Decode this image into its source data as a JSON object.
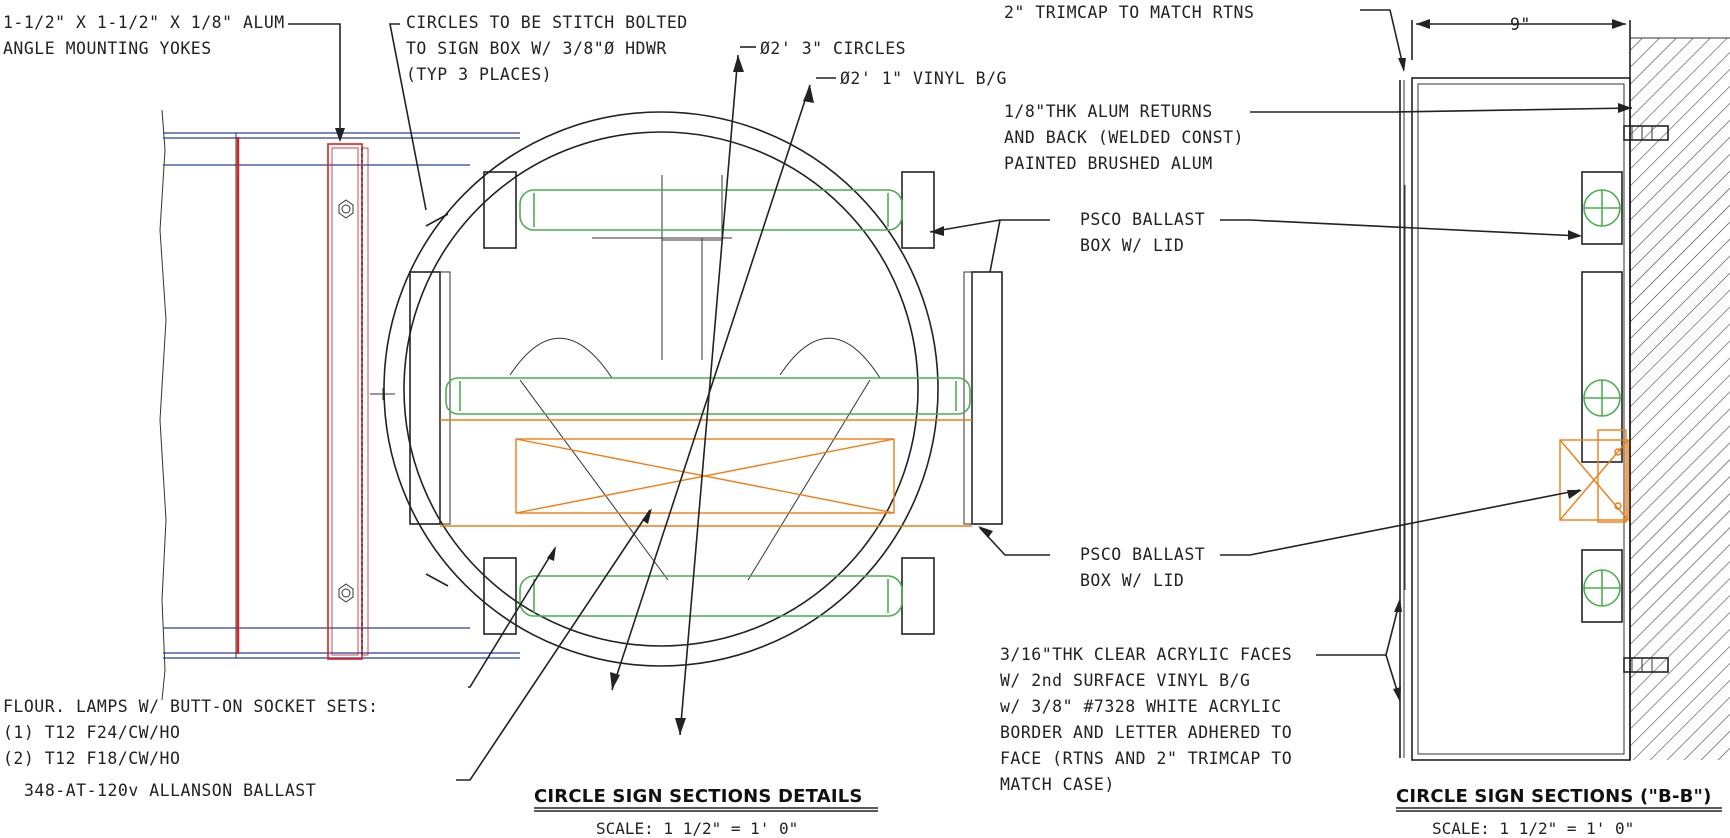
{
  "labels": {
    "angle_yokes_1": "1-1/2\" X 1-1/2\" X 1/8\" ALUM",
    "angle_yokes_2": "ANGLE MOUNTING YOKES",
    "circles_bolted_1": "CIRCLES TO BE STITCH BOLTED",
    "circles_bolted_2": "TO SIGN BOX W/ 3/8\"Ø HDWR",
    "circles_bolted_3": "(TYP 3 PLACES)",
    "circles_dim": "Ø2' 3\" CIRCLES",
    "vinyl_dim": "Ø2' 1\" VINYL B/G",
    "trimcap": "2\" TRIMCAP TO MATCH RTNS",
    "depth_dim": "9\"",
    "returns_1": "1/8\"THK ALUM RETURNS",
    "returns_2": "AND BACK (WELDED CONST)",
    "returns_3": "PAINTED BRUSHED ALUM",
    "ballast_top_1": "PSCO BALLAST",
    "ballast_top_2": "BOX W/ LID",
    "ballast_bot_1": "PSCO BALLAST",
    "ballast_bot_2": "BOX W/ LID",
    "acrylic_1": "3/16\"THK CLEAR ACRYLIC FACES",
    "acrylic_2": "W/ 2nd SURFACE VINYL B/G",
    "acrylic_3": "w/ 3/8\" #7328 WHITE ACRYLIC",
    "acrylic_4": "BORDER AND LETTER ADHERED TO",
    "acrylic_5": "FACE (RTNS AND 2\" TRIMCAP TO",
    "acrylic_6": "MATCH CASE)",
    "lamps_1": "FLOUR. LAMPS W/ BUTT-ON SOCKET SETS:",
    "lamps_2": "(1) T12 F24/CW/HO",
    "lamps_3": "(2) T12 F18/CW/HO",
    "allanson": "348-AT-120v ALLANSON BALLAST"
  },
  "titles": {
    "left_title": "CIRCLE SIGN SECTIONS DETAILS",
    "left_scale": "SCALE: 1 1/2\" = 1' 0\"",
    "right_title": "CIRCLE SIGN SECTIONS (\"B-B\")",
    "right_scale": "SCALE: 1 1/2\" = 1' 0\""
  },
  "colors": {
    "lamp": "#4caf50",
    "ballast": "#ef7d14",
    "yoke": "#e02020",
    "beam": "#2b3d9a"
  }
}
